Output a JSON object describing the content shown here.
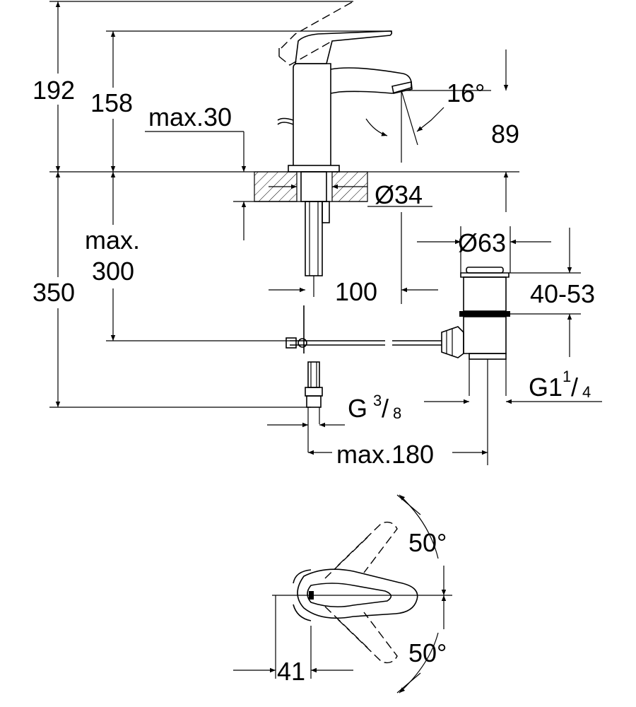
{
  "drawing": {
    "side_view": {
      "h_total": "192",
      "h_spout": "158",
      "deck_max": "max.30",
      "angle": "16°",
      "outlet_height": "89",
      "hole_diameter": "Ø34",
      "below_max_line1": "max.",
      "below_max_line2": "300",
      "depth_total": "350",
      "offset": "100",
      "waste_diameter": "Ø63",
      "waste_range": "40-53",
      "supply_thread": "G",
      "supply_thread_num": "3",
      "supply_thread_den": "8",
      "waste_thread": "G1",
      "waste_thread_num": "1",
      "waste_thread_den": "4",
      "max_reach": "max.180"
    },
    "top_view": {
      "angle_up": "50°",
      "angle_down": "50°",
      "width": "41"
    }
  }
}
